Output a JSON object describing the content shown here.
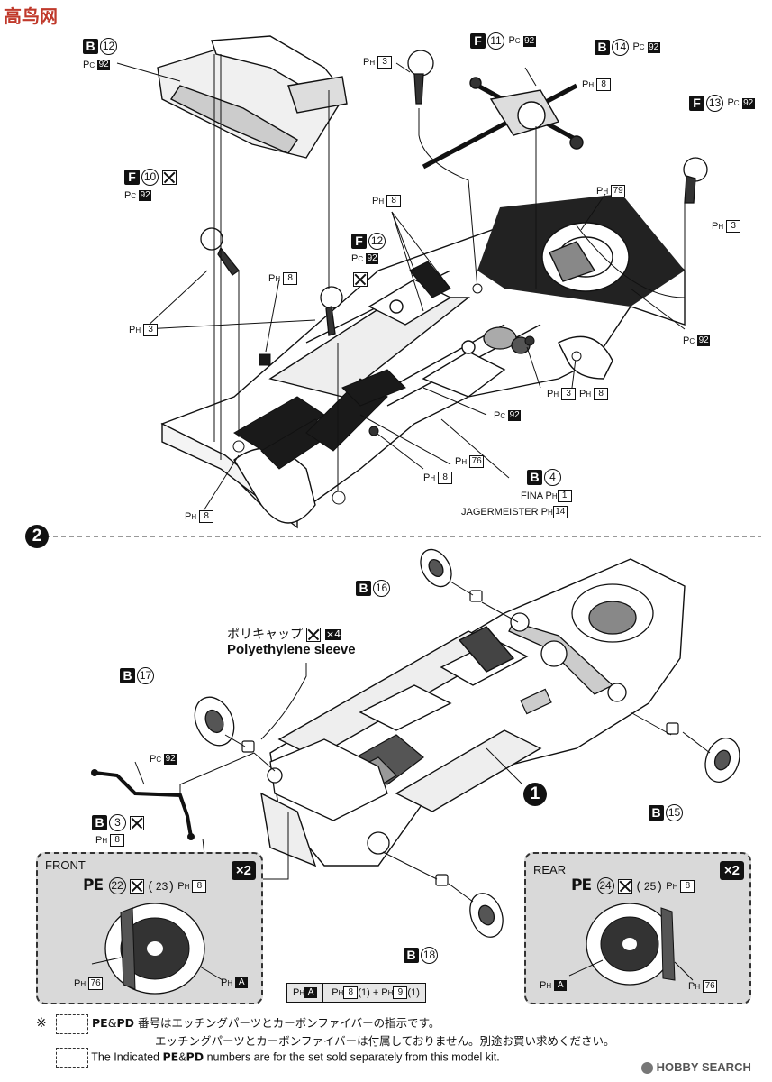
{
  "header": {
    "watermark": "高鸟网"
  },
  "step1": {
    "labels": {
      "b12": "12",
      "b12_pc": "92",
      "f11": "11",
      "f11_pc": "92",
      "b14": "14",
      "b14_pc": "92",
      "f13": "13",
      "f13_pc": "92",
      "f10": "10",
      "f10_pc": "92",
      "f12": "12",
      "f12_pc": "92",
      "ph3_a": "3",
      "ph8_a": "8",
      "ph8_b": "8",
      "ph79": "79",
      "ph3_b": "3",
      "ph8_c": "8",
      "ph3_c": "3",
      "ph3_d": "3",
      "ph8_d": "8",
      "pc92_a": "92",
      "pc92_b": "92",
      "ph76": "76",
      "ph8_e": "8",
      "ph8_f": "8",
      "b4": "4",
      "fina": "FINA",
      "fina_num": "1",
      "jager": "JAGERMEISTER",
      "jager_num": "14"
    }
  },
  "step2": {
    "number": "2",
    "labels": {
      "b16": "16",
      "poly_jp": "ポリキャップ",
      "poly_qty": "×4",
      "poly_en": "Polyethylene sleeve",
      "b17": "17",
      "pc92": "92",
      "b3": "3",
      "ph8": "8",
      "b15": "15",
      "b18": "18",
      "sub_ref": "1"
    },
    "front_inset": {
      "title": "FRONT",
      "qty": "×2",
      "pe": "PE",
      "pe_num": "22",
      "pd_num": "23",
      "ph": "8",
      "ph76": "76",
      "pha": "A"
    },
    "rear_inset": {
      "title": "REAR",
      "qty": "×2",
      "pe": "PE",
      "pe_num": "24",
      "pd_num": "25",
      "ph": "8",
      "ph76": "76",
      "pha": "A"
    },
    "paint_mix": {
      "code": "A",
      "mix1": "8",
      "mix1_ratio": "(1)",
      "mix2": "9",
      "mix2_ratio": "(1)"
    }
  },
  "footer": {
    "ref_mark": "※",
    "line1_pe": "PE",
    "line1_amp": "&",
    "line1_pd": "PD",
    "line1_jp": "番号はエッチングパーツとカーボンファイバーの指示です。",
    "line2_jp": "エッチングパーツとカーボンファイバーは付属しておりません。別途お買い求めください。",
    "line3_pre": "The Indicated",
    "line3_pe": "PE",
    "line3_amp": "&",
    "line3_pd": "PD",
    "line3_post": "numbers are for the set sold separately from this model kit.",
    "logo": "HOBBY SEARCH"
  },
  "colors": {
    "ink": "#111111",
    "paper": "#ffffff",
    "inset_bg": "#d9d9d9",
    "dark_part": "#222222"
  }
}
